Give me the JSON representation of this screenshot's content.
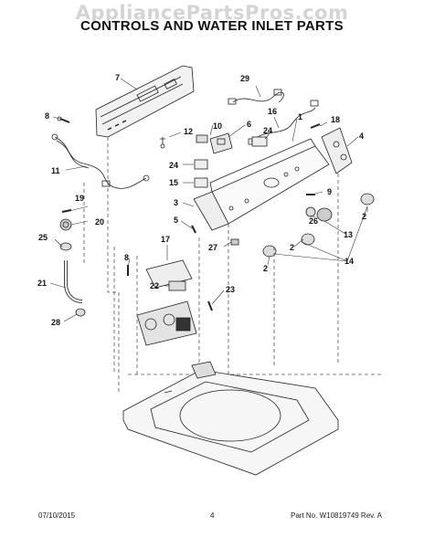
{
  "watermark": "AppliancePartsPros.com",
  "title": "CONTROLS AND WATER INLET PARTS",
  "callouts": [
    {
      "id": "c7",
      "label": "7"
    },
    {
      "id": "c29",
      "label": "29"
    },
    {
      "id": "c16",
      "label": "16"
    },
    {
      "id": "c1",
      "label": "1"
    },
    {
      "id": "c18",
      "label": "18"
    },
    {
      "id": "c4",
      "label": "4"
    },
    {
      "id": "c8a",
      "label": "8"
    },
    {
      "id": "c12",
      "label": "12"
    },
    {
      "id": "c10",
      "label": "10"
    },
    {
      "id": "c6",
      "label": "6"
    },
    {
      "id": "c24a",
      "label": "24"
    },
    {
      "id": "c24b",
      "label": "24"
    },
    {
      "id": "c15",
      "label": "15"
    },
    {
      "id": "c11",
      "label": "11"
    },
    {
      "id": "c3",
      "label": "3"
    },
    {
      "id": "c9",
      "label": "9"
    },
    {
      "id": "c2a",
      "label": "2"
    },
    {
      "id": "c26",
      "label": "26"
    },
    {
      "id": "c19",
      "label": "19"
    },
    {
      "id": "c20",
      "label": "20"
    },
    {
      "id": "c5",
      "label": "5"
    },
    {
      "id": "c13",
      "label": "13"
    },
    {
      "id": "c25",
      "label": "25"
    },
    {
      "id": "c17",
      "label": "17"
    },
    {
      "id": "c27",
      "label": "27"
    },
    {
      "id": "c2b",
      "label": "2"
    },
    {
      "id": "c8b",
      "label": "8"
    },
    {
      "id": "c14",
      "label": "14"
    },
    {
      "id": "c2c",
      "label": "2"
    },
    {
      "id": "c21",
      "label": "21"
    },
    {
      "id": "c22",
      "label": "22"
    },
    {
      "id": "c23",
      "label": "23"
    },
    {
      "id": "c28",
      "label": "28"
    }
  ],
  "footer": {
    "date": "07/10/2015",
    "page": "4",
    "part_number": "Part No. W10819749  Rev. A"
  }
}
